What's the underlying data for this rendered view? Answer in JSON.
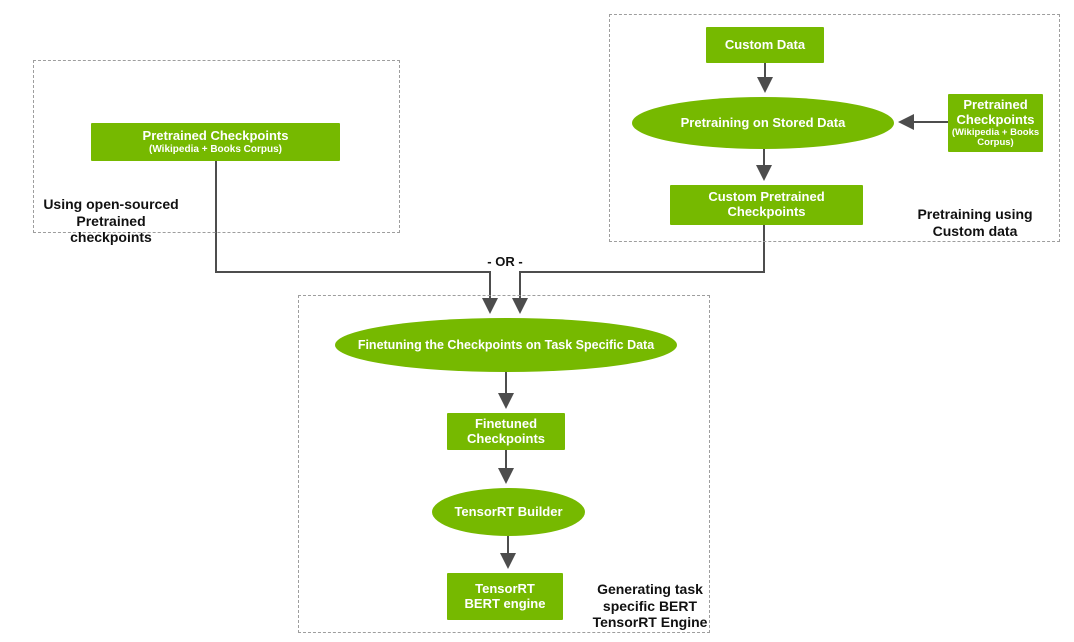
{
  "diagram": {
    "or_separator": "- OR -",
    "colors": {
      "node_green": "#76b900",
      "connector_gray": "#4d4d4d",
      "dashed_border_gray": "#9e9e9e"
    },
    "left_section": {
      "caption": "Using open-sourced\nPretrained checkpoints",
      "pretrained_box": {
        "title": "Pretrained Checkpoints",
        "subtitle": "(Wikipedia + Books Corpus)"
      }
    },
    "right_section": {
      "caption": "Pretraining using\nCustom data",
      "custom_data_box": "Custom Data",
      "pretraining_ellipse": "Pretraining on Stored Data",
      "pretrained_box": {
        "title": "Pretrained Checkpoints",
        "subtitle": "(Wikipedia + Books Corpus)"
      },
      "custom_pretrained_box": "Custom Pretrained Checkpoints"
    },
    "bottom_section": {
      "caption": "Generating task\nspecific BERT\nTensorRT Engine",
      "finetuning_ellipse": "Finetuning the Checkpoints on Task Specific Data",
      "finetuned_box": "Finetuned Checkpoints",
      "builder_ellipse": "TensorRT Builder",
      "engine_box": "TensorRT BERT engine"
    }
  }
}
